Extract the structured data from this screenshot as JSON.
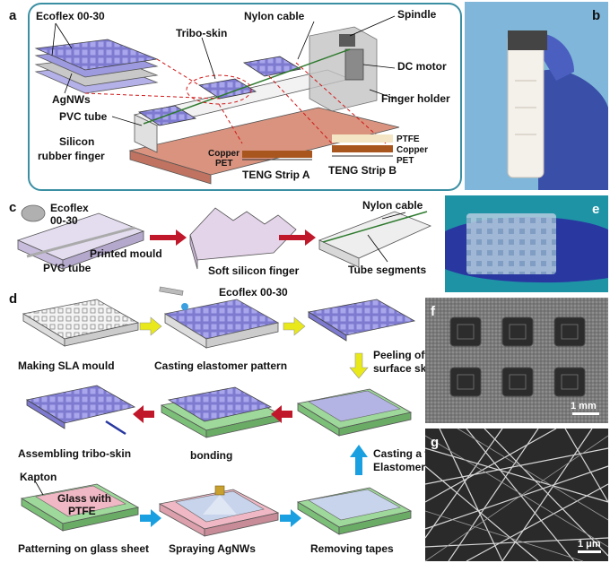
{
  "panels": {
    "a": "a",
    "b": "b",
    "c": "c",
    "d": "d",
    "e": "e",
    "f": "f",
    "g": "g"
  },
  "panel_a": {
    "ecoflex": "Ecoflex 00-30",
    "agnws": "AgNWs",
    "tribo_skin": "Tribo-skin",
    "nylon_cable": "Nylon cable",
    "spindle": "Spindle",
    "dc_motor": "DC motor",
    "finger_holder": "Finger holder",
    "pvc_tube": "PVC tube",
    "silicon_line1": "Silicon",
    "silicon_line2": "rubber finger",
    "strip_a_copper": "Copper",
    "strip_a_pet": "PET",
    "strip_a_name": "TENG Strip A",
    "strip_b_ptfe": "PTFE",
    "strip_b_copper": "Copper",
    "strip_b_pet": "PET",
    "strip_b_name": "TENG Strip B"
  },
  "panel_c": {
    "ecoflex_line1": "Ecoflex",
    "ecoflex_line2": "00-30",
    "printed_mould": "Printed mould",
    "pvc_tube": "PVC tube",
    "soft_finger": "Soft silicon finger",
    "nylon_cable": "Nylon cable",
    "tube_segments": "Tube segments"
  },
  "panel_d": {
    "step1": "Making SLA mould",
    "step2": "Casting elastomer pattern",
    "ecoflex": "Ecoflex 00-30",
    "peeling_line1": "Peeling off",
    "peeling_line2": "surface skin",
    "assembling": "Assembling tribo-skin",
    "bonding": "bonding",
    "casting_line1": "Casting a thin",
    "casting_line2": "Elastomer film",
    "kapton": "Kapton",
    "glass_line1": "Glass with",
    "glass_line2": "PTFE",
    "patterning": "Patterning on glass sheet",
    "spraying": "Spraying AgNWs",
    "removing": "Removing tapes"
  },
  "scalebars": {
    "f": "1 mm",
    "g": "1 μm"
  },
  "colors": {
    "frame": "#3b8fa3",
    "skin": "#8a86d8",
    "finger": "#e8b4a8",
    "green_film": "#9ed89a",
    "pink_film": "#f0b8c4",
    "arrow_yellow": "#e8e81a",
    "arrow_red": "#c0182a",
    "arrow_blue": "#1aa0e0"
  }
}
